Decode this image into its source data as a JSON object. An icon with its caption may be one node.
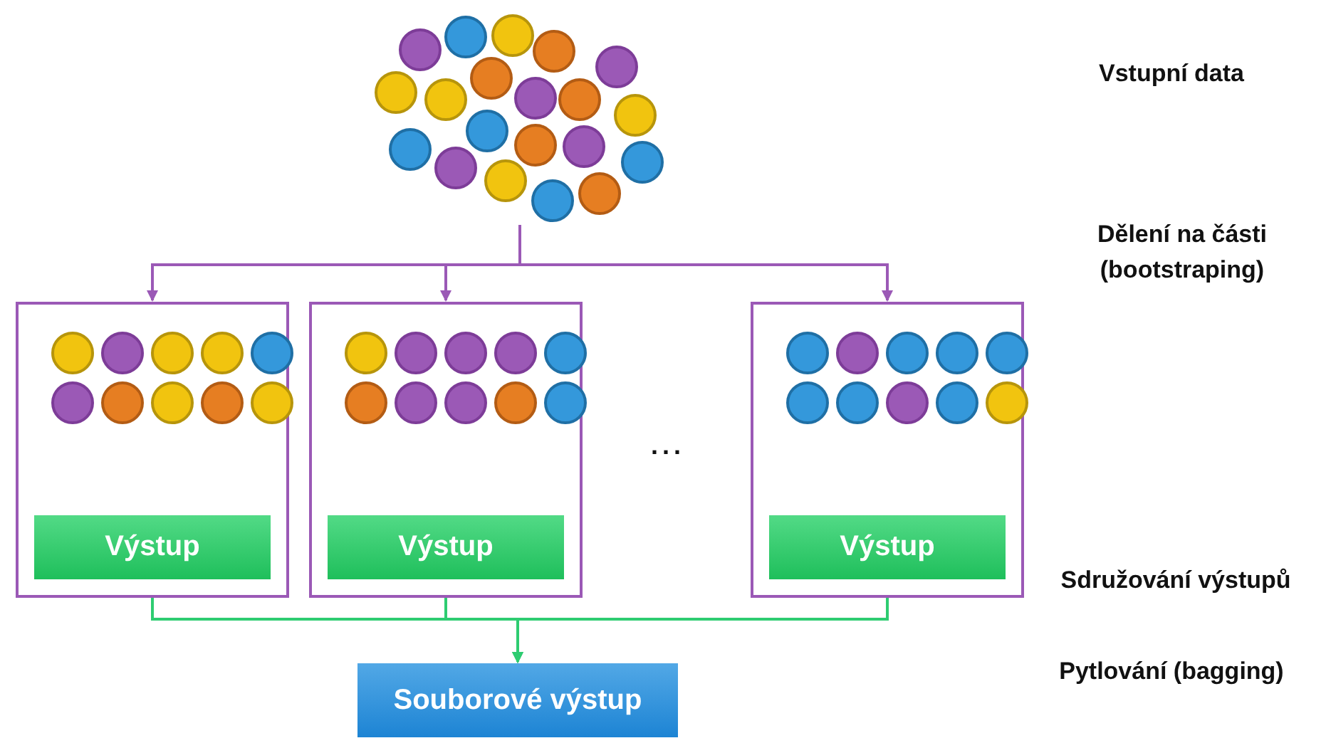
{
  "diagram": {
    "nodes": [
      {
        "text": [],
        "shape": "picture"
      },
      {
        "text": [],
        "shape": "box"
      },
      {
        "text": [
          "Výstup"
        ],
        "in": 1
      },
      {
        "text": [],
        "shape": "box"
      },
      {
        "text": [
          "Výstup"
        ],
        "in": 3
      },
      {
        "text": [],
        "shape": "box"
      },
      {
        "text": [
          "Výstup"
        ],
        "in": 5
      },
      {
        "text": [
          "Souborové výstup"
        ]
      }
    ],
    "edges": [
      {
        "from": 0,
        "to": 1,
        "arrow": "to",
        "color": "#9b59b6"
      },
      {
        "from": 0,
        "to": 3,
        "arrow": "to",
        "color": "#9b59b6"
      },
      {
        "from": 0,
        "to": 5,
        "arrow": "to",
        "color": "#9b59b6"
      },
      {
        "from": 2,
        "to": 7,
        "arrow": "to",
        "color": "#2ecc71"
      },
      {
        "from": 4,
        "to": 7,
        "arrow": "to",
        "color": "#2ecc71"
      },
      {
        "from": 6,
        "to": 7,
        "arrow": "to",
        "color": "#2ecc71"
      }
    ],
    "labels": [
      "Vstupní data",
      "Dělení na části (bootstraping)",
      "...",
      "Sdružování výstupů",
      "Pytlování (bagging)"
    ]
  }
}
